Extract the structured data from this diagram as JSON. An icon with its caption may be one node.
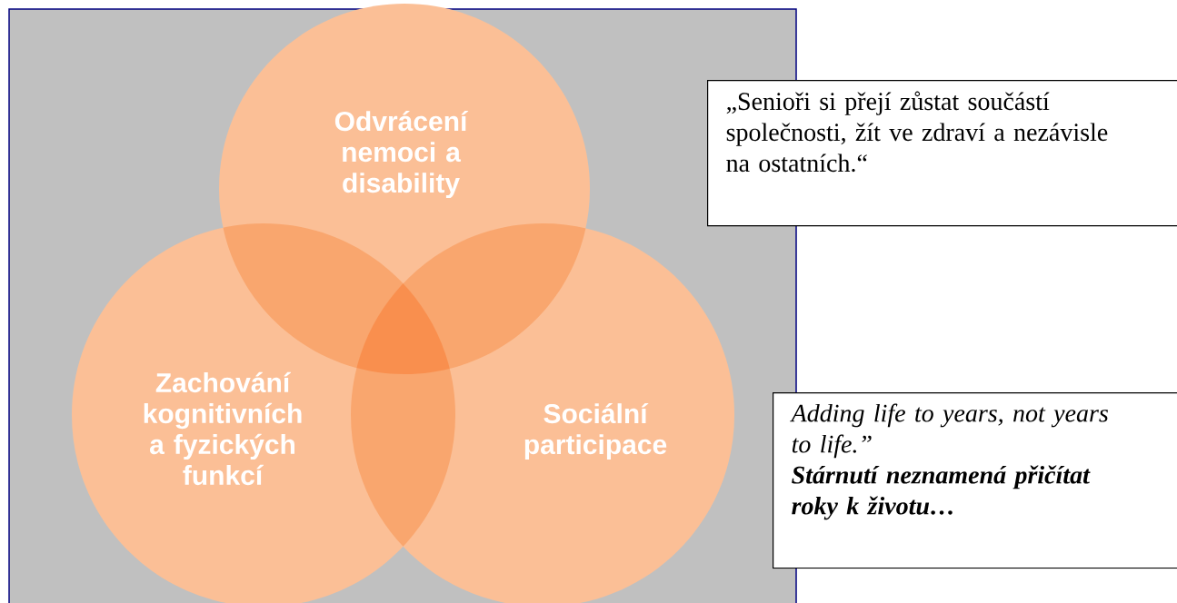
{
  "diagram": {
    "nodes": [
      {
        "text": [
          "Odvrácení nemoci a disability"
        ]
      },
      {
        "text": [
          "Zachování kognitivních a fyzických funkcí"
        ]
      },
      {
        "text": [
          "Sociální participace"
        ]
      },
      {
        "text": [
          "„Senioři si přejí zůstat součástí společnosti, žít ve zdraví a nezávisle na ostatních.“"
        ]
      },
      {
        "text": [
          "Adding life to years, not years to life.”",
          "Stárnutí neznamená přičítat roky k životu…"
        ]
      }
    ],
    "edges": []
  }
}
